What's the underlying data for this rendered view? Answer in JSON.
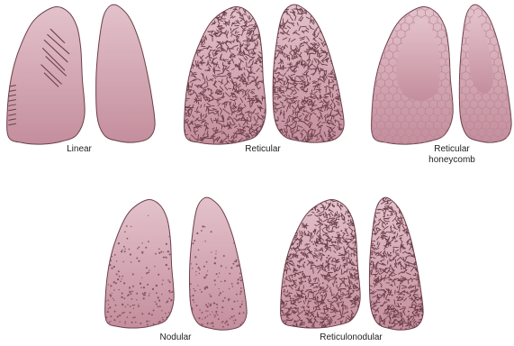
{
  "colors": {
    "lung_fill_light": "#ddb8c2",
    "lung_fill_dark": "#c48e9d",
    "lung_outline": "#6b3f4a",
    "marking": "#6b3f4a"
  },
  "patterns": [
    {
      "key": "linear",
      "caption_lines": [
        "Linear"
      ]
    },
    {
      "key": "reticular",
      "caption_lines": [
        "Reticular"
      ]
    },
    {
      "key": "honeycomb",
      "caption_lines": [
        "Reticular",
        "honeycomb"
      ]
    },
    {
      "key": "nodular",
      "caption_lines": [
        "Nodular"
      ]
    },
    {
      "key": "reticulonodular",
      "caption_lines": [
        "Reticulonodular"
      ]
    }
  ]
}
